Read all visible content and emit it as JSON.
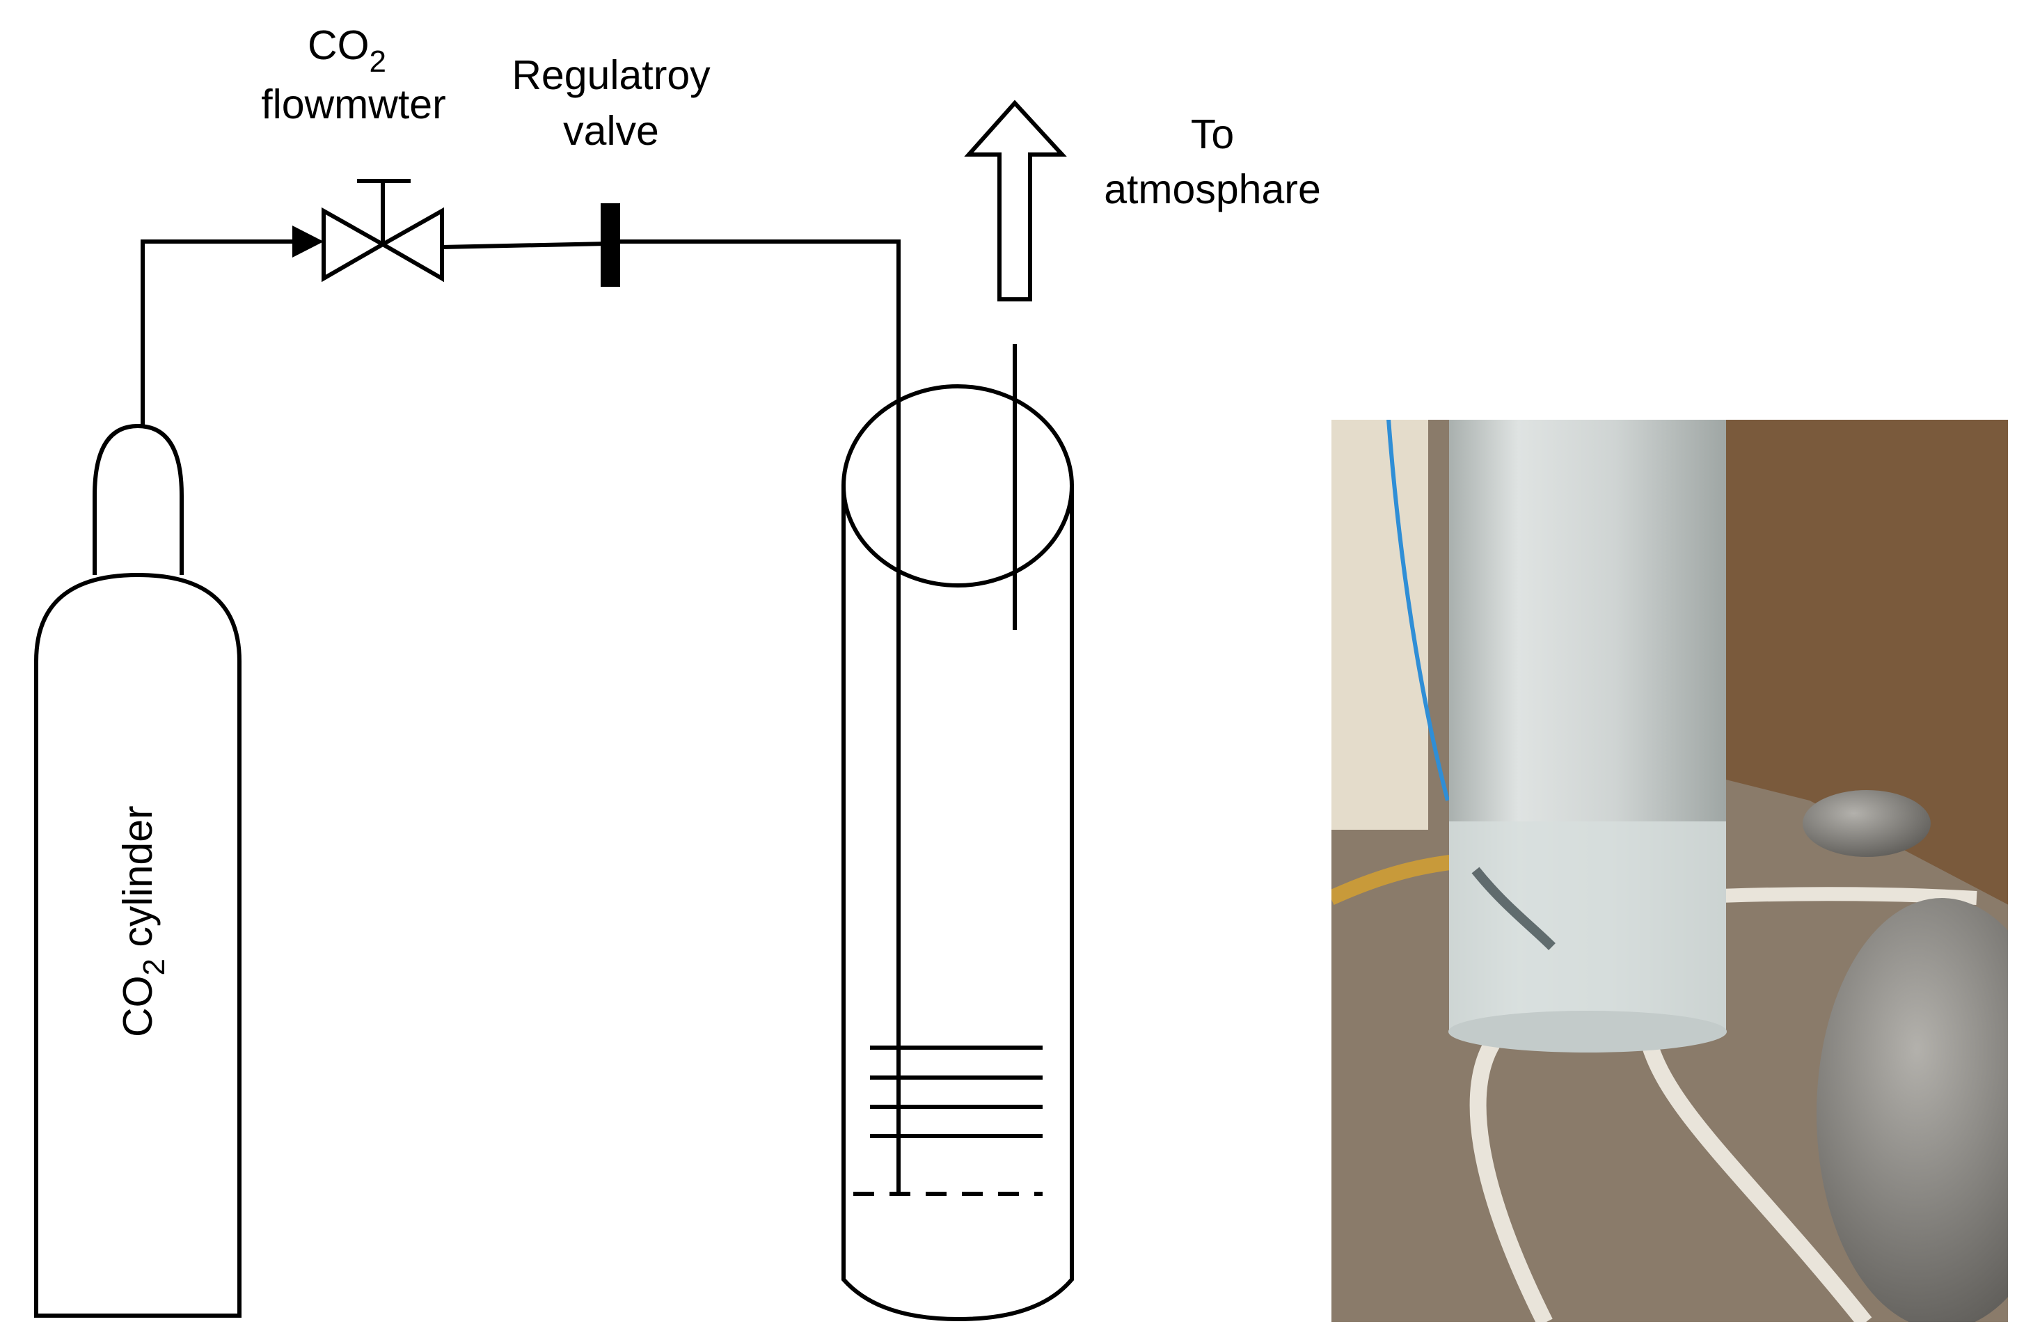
{
  "labels": {
    "flowmeter": {
      "line1_main": "CO",
      "line1_sub": "2",
      "line2": "flowmwter"
    },
    "valve": {
      "line1": "Regulatroy",
      "line2": "valve"
    },
    "atmosphere": {
      "line1": "To",
      "line2": "atmosphare"
    },
    "cylinder": {
      "main": "CO",
      "sub": "2",
      "rest": " cylinder"
    }
  },
  "photo": {
    "colors": {
      "frame": "#000000",
      "wall": "#7a5a3c",
      "floor": "#8a7b6a",
      "column": "#c9cdcc",
      "water": "#d7dedd",
      "tube": "#e9e4da",
      "rock": "#8d8b86",
      "blue_wire": "#2f8ed6",
      "amber_tube": "#c89a3a",
      "shelf": "#e4dccb"
    }
  }
}
